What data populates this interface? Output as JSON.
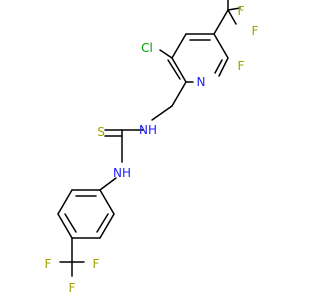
{
  "molecule": {
    "atoms": {
      "cl": {
        "label": "Cl",
        "color": "#00a000"
      },
      "n_pyridine": {
        "label": "N",
        "color": "#2020ff"
      },
      "f_top_1": {
        "label": "F",
        "color": "#a0a000"
      },
      "f_top_2": {
        "label": "F",
        "color": "#a0a000"
      },
      "f_top_3": {
        "label": "F",
        "color": "#a0a000"
      },
      "s": {
        "label": "S",
        "color": "#a0a000"
      },
      "nh_upper": {
        "label": "NH",
        "n_color": "#2020ff"
      },
      "nh_lower": {
        "label": "NH",
        "n_color": "#2020ff"
      },
      "f_bot_1": {
        "label": "F",
        "color": "#a0a000"
      },
      "f_bot_2": {
        "label": "F",
        "color": "#a0a000"
      },
      "f_bot_3": {
        "label": "F",
        "color": "#a0a000"
      }
    },
    "bond_color": "#000000",
    "background": "#ffffff"
  }
}
